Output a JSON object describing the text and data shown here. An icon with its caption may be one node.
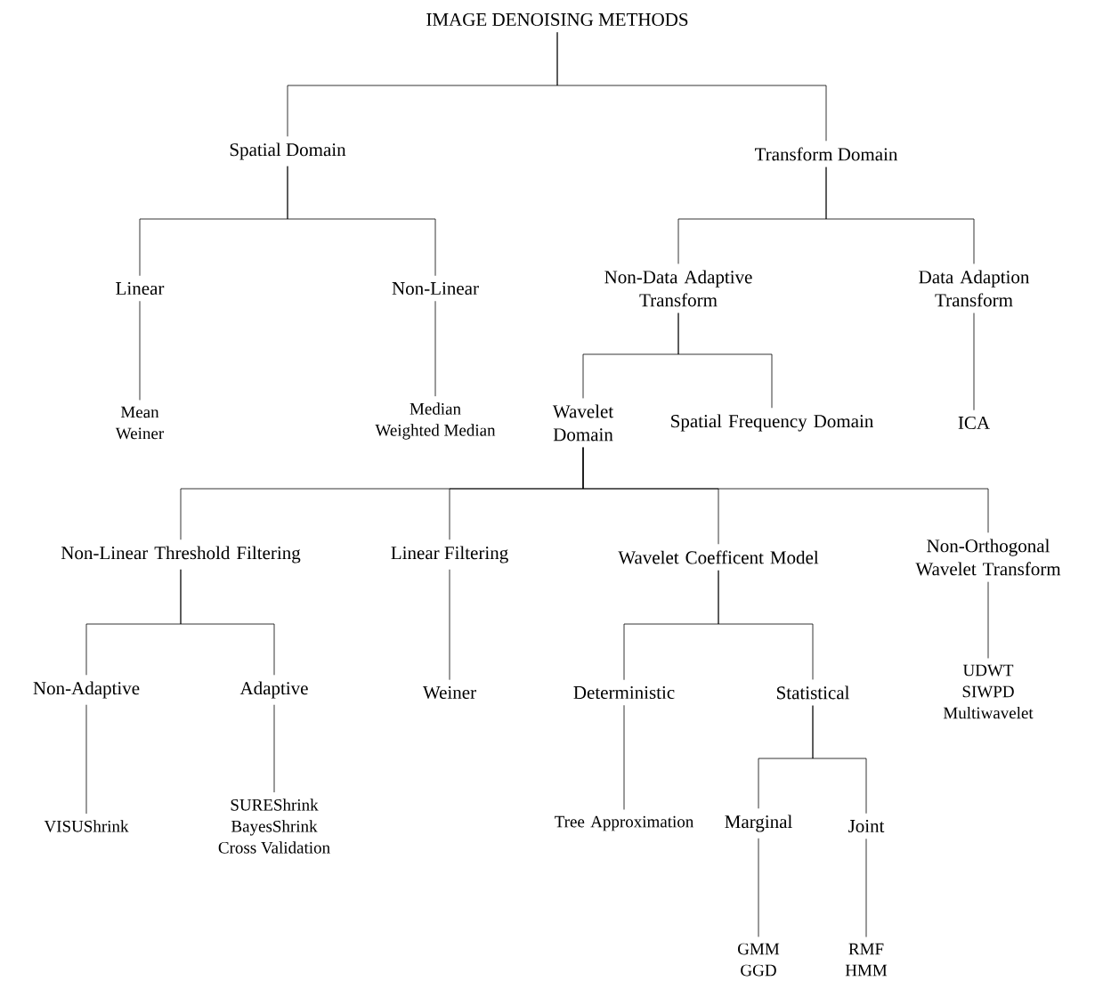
{
  "diagram": {
    "nodes": [
      {
        "text": [
          "IMAGE DENOISING METHODS"
        ]
      },
      {
        "text": [
          "Spatial Domain"
        ]
      },
      {
        "text": [
          "Transform Domain"
        ]
      },
      {
        "text": [
          "Linear"
        ]
      },
      {
        "text": [
          "Non-Linear"
        ]
      },
      {
        "text": [
          "Mean",
          "Weiner"
        ]
      },
      {
        "text": [
          "Median",
          "Weighted Median"
        ]
      },
      {
        "text": [
          "Non-Data Adaptive Transform"
        ]
      },
      {
        "text": [
          "Data Adaption Transform"
        ]
      },
      {
        "text": [
          "Wavelet Domain"
        ]
      },
      {
        "text": [
          "Spatial Frequency Domain"
        ]
      },
      {
        "text": [
          "ICA"
        ]
      },
      {
        "text": [
          "Non-Linear Threshold Filtering"
        ]
      },
      {
        "text": [
          "Linear Filtering"
        ]
      },
      {
        "text": [
          "Wavelet Coefficent Model"
        ]
      },
      {
        "text": [
          "Non-Orthogonal Wavelet Transform"
        ]
      },
      {
        "text": [
          "Non-Adaptive"
        ]
      },
      {
        "text": [
          "Adaptive"
        ]
      },
      {
        "text": [
          "Weiner"
        ]
      },
      {
        "text": [
          "Deterministic"
        ]
      },
      {
        "text": [
          "Statistical"
        ]
      },
      {
        "text": [
          "UDWT",
          "SIWPD",
          "Multiwavelet"
        ]
      },
      {
        "text": [
          "VISUShrink"
        ]
      },
      {
        "text": [
          "SUREShrink",
          "BayesShrink",
          "Cross Validation"
        ]
      },
      {
        "text": [
          "Tree Approximation"
        ]
      },
      {
        "text": [
          "Marginal"
        ]
      },
      {
        "text": [
          "Joint"
        ]
      },
      {
        "text": [
          "GMM",
          "GGD"
        ]
      },
      {
        "text": [
          "RMF",
          "HMM"
        ]
      }
    ],
    "edges": [
      {
        "from": 0,
        "to": 1,
        "arrow": "none"
      },
      {
        "from": 0,
        "to": 2,
        "arrow": "none"
      },
      {
        "from": 1,
        "to": 3,
        "arrow": "none"
      },
      {
        "from": 1,
        "to": 4,
        "arrow": "none"
      },
      {
        "from": 3,
        "to": 5,
        "arrow": "none"
      },
      {
        "from": 4,
        "to": 6,
        "arrow": "none"
      },
      {
        "from": 2,
        "to": 7,
        "arrow": "none"
      },
      {
        "from": 2,
        "to": 8,
        "arrow": "none"
      },
      {
        "from": 7,
        "to": 9,
        "arrow": "none"
      },
      {
        "from": 7,
        "to": 10,
        "arrow": "none"
      },
      {
        "from": 8,
        "to": 11,
        "arrow": "none"
      },
      {
        "from": 9,
        "to": 12,
        "arrow": "none"
      },
      {
        "from": 9,
        "to": 13,
        "arrow": "none"
      },
      {
        "from": 9,
        "to": 14,
        "arrow": "none"
      },
      {
        "from": 9,
        "to": 15,
        "arrow": "none"
      },
      {
        "from": 12,
        "to": 16,
        "arrow": "none"
      },
      {
        "from": 12,
        "to": 17,
        "arrow": "none"
      },
      {
        "from": 13,
        "to": 18,
        "arrow": "none"
      },
      {
        "from": 14,
        "to": 19,
        "arrow": "none"
      },
      {
        "from": 14,
        "to": 20,
        "arrow": "none"
      },
      {
        "from": 15,
        "to": 21,
        "arrow": "none"
      },
      {
        "from": 16,
        "to": 22,
        "arrow": "none"
      },
      {
        "from": 17,
        "to": 23,
        "arrow": "none"
      },
      {
        "from": 19,
        "to": 24,
        "arrow": "none"
      },
      {
        "from": 20,
        "to": 25,
        "arrow": "none"
      },
      {
        "from": 20,
        "to": 26,
        "arrow": "none"
      },
      {
        "from": 25,
        "to": 27,
        "arrow": "none"
      },
      {
        "from": 26,
        "to": 28,
        "arrow": "none"
      }
    ]
  }
}
